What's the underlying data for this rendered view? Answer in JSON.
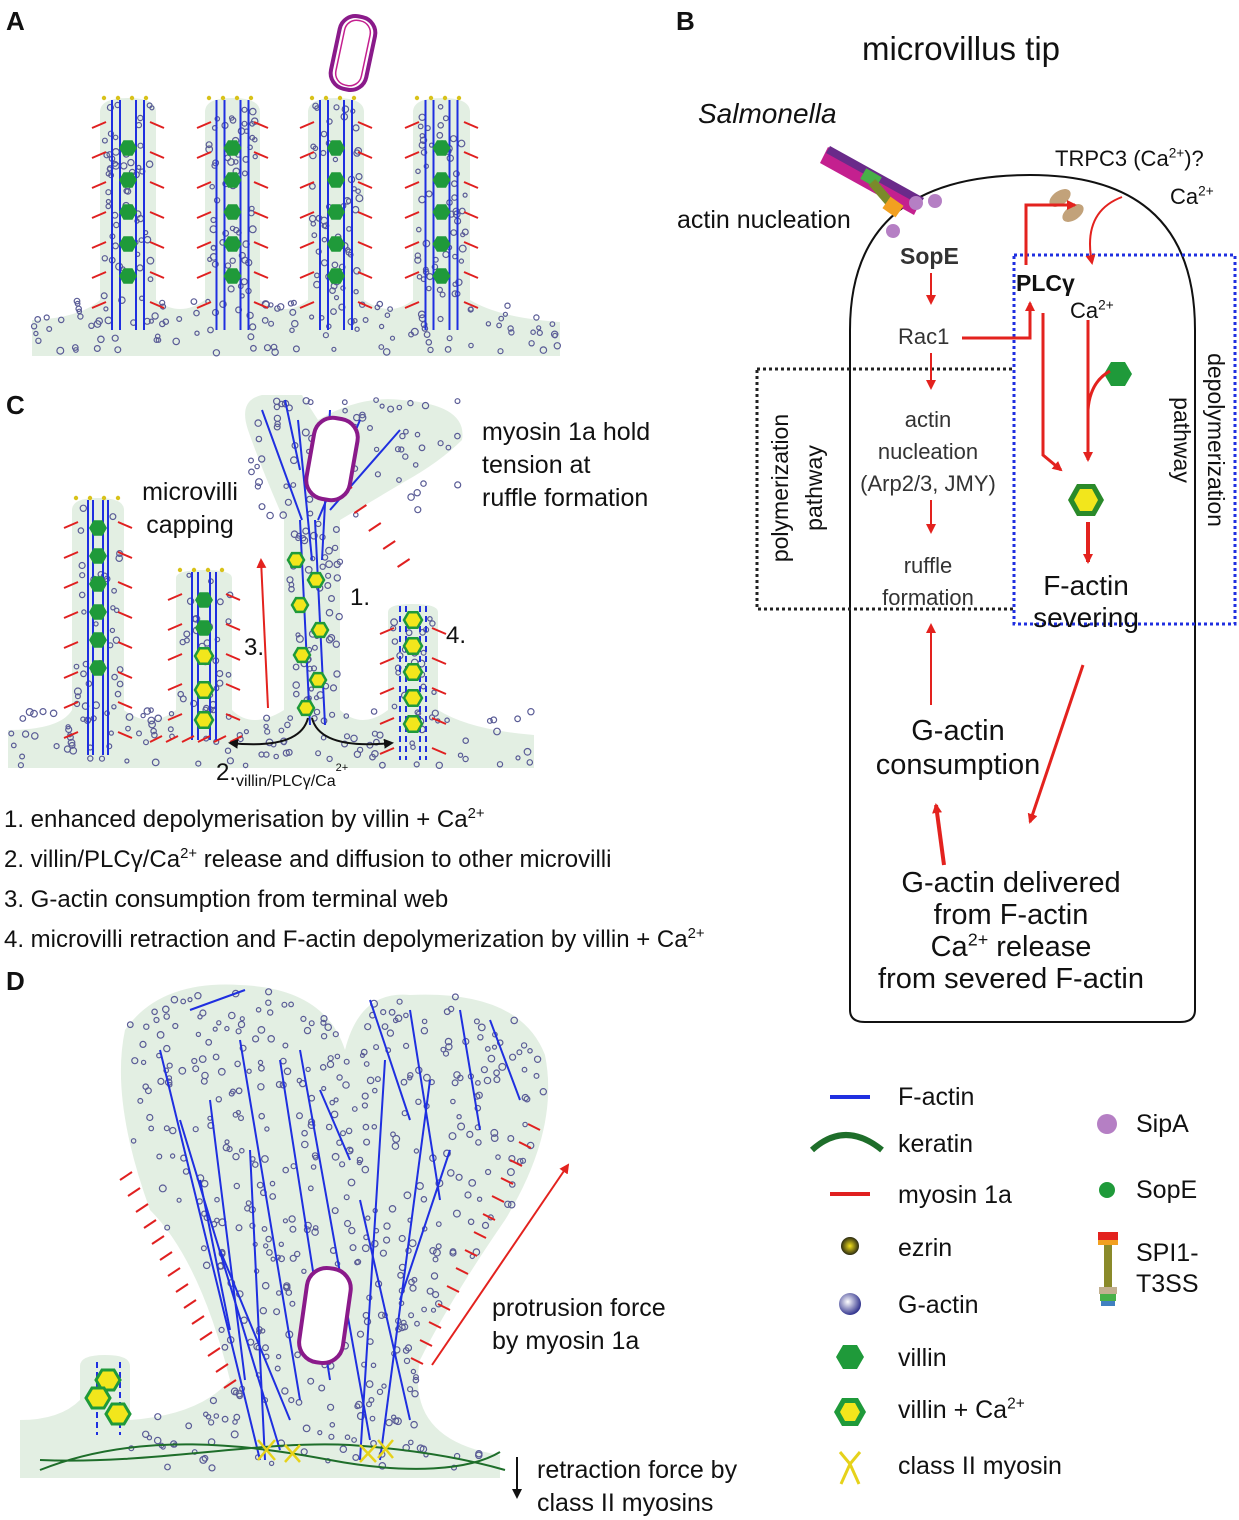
{
  "panels": {
    "a": "A",
    "b": "B",
    "c": "C",
    "d": "D"
  },
  "panel_b": {
    "title": "microvillus tip",
    "salmonella": "Salmonella",
    "actin_nucleation_left": "actin nucleation",
    "trpc3": "TRPC3 (Ca",
    "trpc3_sup": "2+",
    "trpc3_end": ")?",
    "ca_out": "Ca",
    "ca_out_sup": "2+",
    "sope": "SopE",
    "plc": "PLCγ",
    "ca_in": "Ca",
    "ca_in_sup": "2+",
    "rac1": "Rac1",
    "actin_nuc_1": "actin",
    "actin_nuc_2": "nucleation",
    "actin_nuc_3": "(Arp2/3, JMY)",
    "ruffle_1": "ruffle",
    "ruffle_2": "formation",
    "poly_1": "polymerization",
    "poly_2": "pathway",
    "depoly_1": "depolymerization",
    "depoly_2": "pathway",
    "sever_1": "F-actin",
    "sever_2": "severing",
    "gcons_1": "G-actin",
    "gcons_2": "consumption",
    "deliv_1": "G-actin delivered",
    "deliv_2": "from F-actin",
    "deliv_3a": "Ca",
    "deliv_3sup": "2+",
    "deliv_3b": " release",
    "deliv_4": "from severed F-actin"
  },
  "panel_c": {
    "myosin_1": "myosin 1a hold",
    "myosin_2": "tension at",
    "myosin_3": "ruffle formation",
    "cap_1": "microvilli",
    "cap_2": "capping",
    "n1": "1.",
    "n3": "3.",
    "n4": "4.",
    "n2": "2.",
    "n2_sub": "villin/PLCγ/Ca",
    "n2_sup": "2+",
    "list": [
      {
        "a": "1. enhanced depolymerisation by villin + Ca",
        "sup": "2+"
      },
      {
        "a": "2. villin/PLCγ/Ca",
        "sup": "2+",
        "b": " release and diffusion to other microvilli"
      },
      {
        "a": "3. G-actin consumption from terminal web"
      },
      {
        "a": "4. microvilli retraction and F-actin depolymerization by villin + Ca",
        "sup": "2+"
      }
    ]
  },
  "panel_d": {
    "protrusion_1": "protrusion force",
    "protrusion_2": "by myosin 1a",
    "retraction_1": "retraction force by",
    "retraction_2": "class II myosins"
  },
  "legend": {
    "factin": "F-actin",
    "keratin": "keratin",
    "myosin": "myosin 1a",
    "ezrin": "ezrin",
    "gactin": "G-actin",
    "villin": "villin",
    "villin_ca": "villin + Ca",
    "villin_ca_sup": "2+",
    "class2": "class II myosin",
    "sipa": "SipA",
    "sope": "SopE",
    "spi1_1": "SPI1-",
    "spi1_2": "T3SS"
  },
  "colors": {
    "cytoplasm": "#e3efe3",
    "factin": "#1f2fe0",
    "myosin": "#e02020",
    "keratin": "#1e6e2a",
    "villin": "#1f9a3a",
    "villin_ca_fill": "#f2e61c",
    "sipa": "#b57fc4",
    "arrow": "#e3221e",
    "poly_box": "#222222",
    "depoly_box": "#1f2fe0"
  }
}
